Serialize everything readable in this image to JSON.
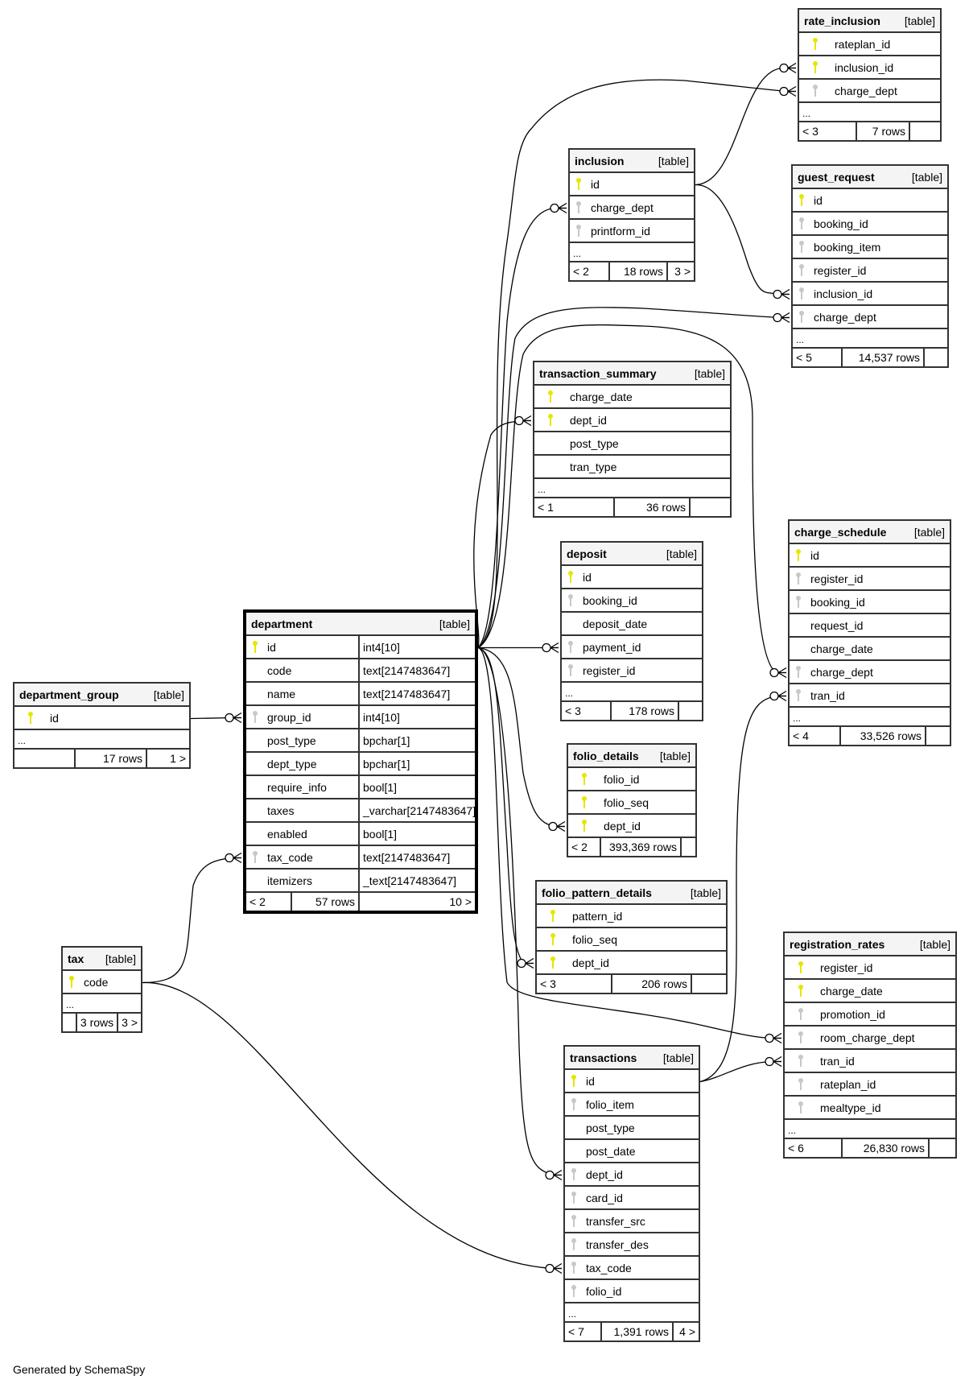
{
  "footer": {
    "credit": "Generated by SchemaSpy"
  },
  "colors": {
    "pk_key": "#e6e600",
    "fk_key": "#c8c8c8",
    "header_bg": "#f4f4f4",
    "border": "#333333"
  },
  "tables": {
    "rate_inclusion": {
      "name": "rate_inclusion",
      "type": "[table]",
      "columns": [
        {
          "name": "rateplan_id",
          "key": "pk"
        },
        {
          "name": "inclusion_id",
          "key": "pk"
        },
        {
          "name": "charge_dept",
          "key": "fk"
        }
      ],
      "more": "...",
      "footer": {
        "prev": "< 3",
        "rows": "7 rows",
        "next": ""
      }
    },
    "inclusion": {
      "name": "inclusion",
      "type": "[table]",
      "columns": [
        {
          "name": "id",
          "key": "pk"
        },
        {
          "name": "charge_dept",
          "key": "fk"
        },
        {
          "name": "printform_id",
          "key": "fk"
        }
      ],
      "more": "...",
      "footer": {
        "prev": "< 2",
        "rows": "18 rows",
        "next": "3 >"
      }
    },
    "guest_request": {
      "name": "guest_request",
      "type": "[table]",
      "columns": [
        {
          "name": "id",
          "key": "pk"
        },
        {
          "name": "booking_id",
          "key": "fk"
        },
        {
          "name": "booking_item",
          "key": "fk"
        },
        {
          "name": "register_id",
          "key": "fk"
        },
        {
          "name": "inclusion_id",
          "key": "fk"
        },
        {
          "name": "charge_dept",
          "key": "fk"
        }
      ],
      "more": "...",
      "footer": {
        "prev": "< 5",
        "rows": "14,537 rows",
        "next": ""
      }
    },
    "transaction_summary": {
      "name": "transaction_summary",
      "type": "[table]",
      "columns": [
        {
          "name": "charge_date",
          "key": "pk"
        },
        {
          "name": "dept_id",
          "key": "pk"
        },
        {
          "name": "post_type",
          "key": ""
        },
        {
          "name": "tran_type",
          "key": ""
        }
      ],
      "more": "...",
      "footer": {
        "prev": "< 1",
        "rows": "36 rows",
        "next": ""
      }
    },
    "deposit": {
      "name": "deposit",
      "type": "[table]",
      "columns": [
        {
          "name": "id",
          "key": "pk"
        },
        {
          "name": "booking_id",
          "key": "fk"
        },
        {
          "name": "deposit_date",
          "key": ""
        },
        {
          "name": "payment_id",
          "key": "fk"
        },
        {
          "name": "register_id",
          "key": "fk"
        }
      ],
      "more": "...",
      "footer": {
        "prev": "< 3",
        "rows": "178 rows",
        "next": ""
      }
    },
    "charge_schedule": {
      "name": "charge_schedule",
      "type": "[table]",
      "columns": [
        {
          "name": "id",
          "key": "pk"
        },
        {
          "name": "register_id",
          "key": "fk"
        },
        {
          "name": "booking_id",
          "key": "fk"
        },
        {
          "name": "request_id",
          "key": ""
        },
        {
          "name": "charge_date",
          "key": ""
        },
        {
          "name": "charge_dept",
          "key": "fk"
        },
        {
          "name": "tran_id",
          "key": "fk"
        }
      ],
      "more": "...",
      "footer": {
        "prev": "< 4",
        "rows": "33,526 rows",
        "next": ""
      }
    },
    "department": {
      "name": "department",
      "type": "[table]",
      "columns": [
        {
          "name": "id",
          "key": "pk",
          "type": "int4[10]"
        },
        {
          "name": "code",
          "key": "",
          "type": "text[2147483647]"
        },
        {
          "name": "name",
          "key": "",
          "type": "text[2147483647]"
        },
        {
          "name": "group_id",
          "key": "fk",
          "type": "int4[10]"
        },
        {
          "name": "post_type",
          "key": "",
          "type": "bpchar[1]"
        },
        {
          "name": "dept_type",
          "key": "",
          "type": "bpchar[1]"
        },
        {
          "name": "require_info",
          "key": "",
          "type": "bool[1]"
        },
        {
          "name": "taxes",
          "key": "",
          "type": "_varchar[2147483647]"
        },
        {
          "name": "enabled",
          "key": "",
          "type": "bool[1]"
        },
        {
          "name": "tax_code",
          "key": "fk",
          "type": "text[2147483647]"
        },
        {
          "name": "itemizers",
          "key": "",
          "type": "_text[2147483647]"
        }
      ],
      "footer": {
        "prev": "< 2",
        "rows": "57 rows",
        "next": "10 >"
      }
    },
    "department_group": {
      "name": "department_group",
      "type": "[table]",
      "columns": [
        {
          "name": "id",
          "key": "pk"
        }
      ],
      "more": "...",
      "footer": {
        "prev": "",
        "rows": "17 rows",
        "next": "1 >"
      }
    },
    "folio_details": {
      "name": "folio_details",
      "type": "[table]",
      "columns": [
        {
          "name": "folio_id",
          "key": "pk"
        },
        {
          "name": "folio_seq",
          "key": "pk"
        },
        {
          "name": "dept_id",
          "key": "pk"
        }
      ],
      "footer": {
        "prev": "< 2",
        "rows": "393,369 rows",
        "next": ""
      }
    },
    "folio_pattern_details": {
      "name": "folio_pattern_details",
      "type": "[table]",
      "columns": [
        {
          "name": "pattern_id",
          "key": "pk"
        },
        {
          "name": "folio_seq",
          "key": "pk"
        },
        {
          "name": "dept_id",
          "key": "pk"
        }
      ],
      "footer": {
        "prev": "< 3",
        "rows": "206 rows",
        "next": ""
      }
    },
    "tax": {
      "name": "tax",
      "type": "[table]",
      "columns": [
        {
          "name": "code",
          "key": "pk"
        }
      ],
      "more": "...",
      "footer": {
        "prev": "",
        "rows": "3 rows",
        "next": "3 >"
      }
    },
    "registration_rates": {
      "name": "registration_rates",
      "type": "[table]",
      "columns": [
        {
          "name": "register_id",
          "key": "pk"
        },
        {
          "name": "charge_date",
          "key": "pk"
        },
        {
          "name": "promotion_id",
          "key": "fk"
        },
        {
          "name": "room_charge_dept",
          "key": "fk"
        },
        {
          "name": "tran_id",
          "key": "fk"
        },
        {
          "name": "rateplan_id",
          "key": "fk"
        },
        {
          "name": "mealtype_id",
          "key": "fk"
        }
      ],
      "more": "...",
      "footer": {
        "prev": "< 6",
        "rows": "26,830 rows",
        "next": ""
      }
    },
    "transactions": {
      "name": "transactions",
      "type": "[table]",
      "columns": [
        {
          "name": "id",
          "key": "pk"
        },
        {
          "name": "folio_item",
          "key": "fk"
        },
        {
          "name": "post_type",
          "key": ""
        },
        {
          "name": "post_date",
          "key": ""
        },
        {
          "name": "dept_id",
          "key": "fk"
        },
        {
          "name": "card_id",
          "key": "fk"
        },
        {
          "name": "transfer_src",
          "key": "fk"
        },
        {
          "name": "transfer_des",
          "key": "fk"
        },
        {
          "name": "tax_code",
          "key": "fk"
        },
        {
          "name": "folio_id",
          "key": "fk"
        }
      ],
      "more": "...",
      "footer": {
        "prev": "< 7",
        "rows": "1,391 rows",
        "next": "4 >"
      }
    }
  },
  "relationships": [
    {
      "from": "department.id",
      "to": "rate_inclusion.charge_dept"
    },
    {
      "from": "inclusion.id",
      "to": "rate_inclusion.inclusion_id"
    },
    {
      "from": "department.id",
      "to": "inclusion.charge_dept"
    },
    {
      "from": "inclusion.id",
      "to": "guest_request.inclusion_id"
    },
    {
      "from": "department.id",
      "to": "guest_request.charge_dept"
    },
    {
      "from": "department.id",
      "to": "transaction_summary.dept_id"
    },
    {
      "from": "department.id",
      "to": "deposit.payment_id"
    },
    {
      "from": "department.id",
      "to": "charge_schedule.charge_dept"
    },
    {
      "from": "transactions.id",
      "to": "charge_schedule.tran_id"
    },
    {
      "from": "department_group.id",
      "to": "department.group_id"
    },
    {
      "from": "tax.code",
      "to": "department.tax_code"
    },
    {
      "from": "department.id",
      "to": "folio_details.dept_id"
    },
    {
      "from": "department.id",
      "to": "folio_pattern_details.dept_id"
    },
    {
      "from": "department.id",
      "to": "registration_rates.room_charge_dept"
    },
    {
      "from": "transactions.id",
      "to": "registration_rates.tran_id"
    },
    {
      "from": "department.id",
      "to": "transactions.dept_id"
    },
    {
      "from": "tax.code",
      "to": "transactions.tax_code"
    }
  ]
}
